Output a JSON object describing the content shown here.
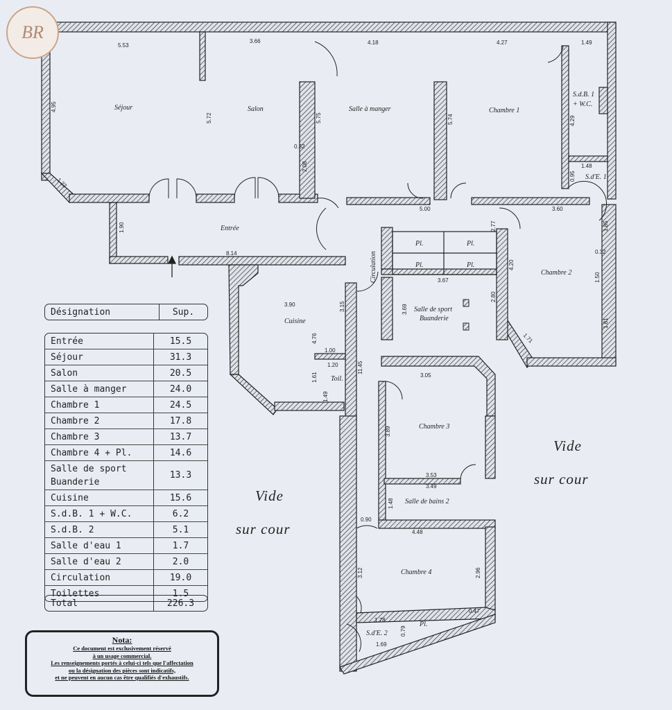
{
  "logo": {
    "text": "BR"
  },
  "rooms": {
    "sejour": "Séjour",
    "salon": "Salon",
    "salle_manger": "Salle à manger",
    "chambre1": "Chambre 1",
    "sdb1_a": "S.d.B. 1",
    "sdb1_b": "+ W.C.",
    "sde1": "S.d'E. 1",
    "entree": "Entrée",
    "circulation": "Circulation",
    "pl": "Pl.",
    "chambre2": "Chambre 2",
    "sport_a": "Salle de sport",
    "sport_b": "Buanderie",
    "cuisine": "Cuisine",
    "toilettes": "Toil.",
    "chambre3": "Chambre 3",
    "sdb2": "Salle de bains 2",
    "chambre4": "Chambre 4",
    "sde2": "S.d'E. 2"
  },
  "dims": {
    "d553": "5.53",
    "d366": "3.66",
    "d418": "4.18",
    "d427": "4.27",
    "d149": "1.49",
    "d495": "4.95",
    "d572": "5.72",
    "d575": "5.75",
    "d574": "5.74",
    "d429": "4.29",
    "d032a": "0.32",
    "d208": "2.08",
    "d148": "1.48",
    "d095": "0.95",
    "d122": "1.22",
    "d500": "5.00",
    "d360": "3.60",
    "d190": "1.90",
    "d277": "2.77",
    "d185": "1.85",
    "d032b": "0.32",
    "d814": "8.14",
    "d420": "4.20",
    "d367": "3.67",
    "d150": "1.50",
    "d390": "3.90",
    "d315": "3.15",
    "d369": "3.69",
    "d280": "2.80",
    "d476": "4.76",
    "d181": "1.81",
    "d171": "1.71",
    "d100": "1.00",
    "d120": "1.20",
    "d161": "1.61",
    "d149b": "1.49",
    "d1145": "11.45",
    "d305": "3.05",
    "d389": "3.89",
    "d353": "3.53",
    "d349": "3.49",
    "d148b": "1.48",
    "d090": "0.90",
    "d448": "4.48",
    "d312": "3.12",
    "d296": "2.96",
    "d178": "1.78",
    "d047": "0.47",
    "d079": "0.79",
    "d169": "1.69"
  },
  "vide_left": {
    "line1": "Vide",
    "line2": "sur cour"
  },
  "vide_right": {
    "line1": "Vide",
    "line2": "sur cour"
  },
  "table": {
    "header": {
      "designation": "Désignation",
      "surface": "Sup."
    },
    "rows": [
      {
        "name": "Entrée",
        "value": "15.5"
      },
      {
        "name": "Séjour",
        "value": "31.3"
      },
      {
        "name": "Salon",
        "value": "20.5"
      },
      {
        "name": "Salle à manger",
        "value": "24.0"
      },
      {
        "name": "Chambre 1",
        "value": "24.5"
      },
      {
        "name": "Chambre 2",
        "value": "17.8"
      },
      {
        "name": "Chambre 3",
        "value": "13.7"
      },
      {
        "name": "Chambre 4 + Pl.",
        "value": "14.6"
      },
      {
        "name": "Salle de sport Buanderie",
        "value": "13.3"
      },
      {
        "name": "Cuisine",
        "value": "15.6"
      },
      {
        "name": "S.d.B. 1 + W.C.",
        "value": "6.2"
      },
      {
        "name": "S.d.B. 2",
        "value": "5.1"
      },
      {
        "name": "Salle d'eau 1",
        "value": "1.7"
      },
      {
        "name": "Salle d'eau 2",
        "value": "2.0"
      },
      {
        "name": "Circulation",
        "value": "19.0"
      },
      {
        "name": "Toilettes",
        "value": "1.5"
      }
    ],
    "total": {
      "name": "Total",
      "value": "226.3"
    }
  },
  "nota": {
    "title": "Nota:",
    "line1": "Ce document est exclusivement réservé",
    "line2": "à un usage commercial.",
    "line3": "Les renseignements portés à celui-ci tels que l'affectation",
    "line4": "ou la désignation des pièces sont indicatifs,",
    "line5": "et ne peuvent en aucun cas être qualifiés d'exhaustifs."
  }
}
